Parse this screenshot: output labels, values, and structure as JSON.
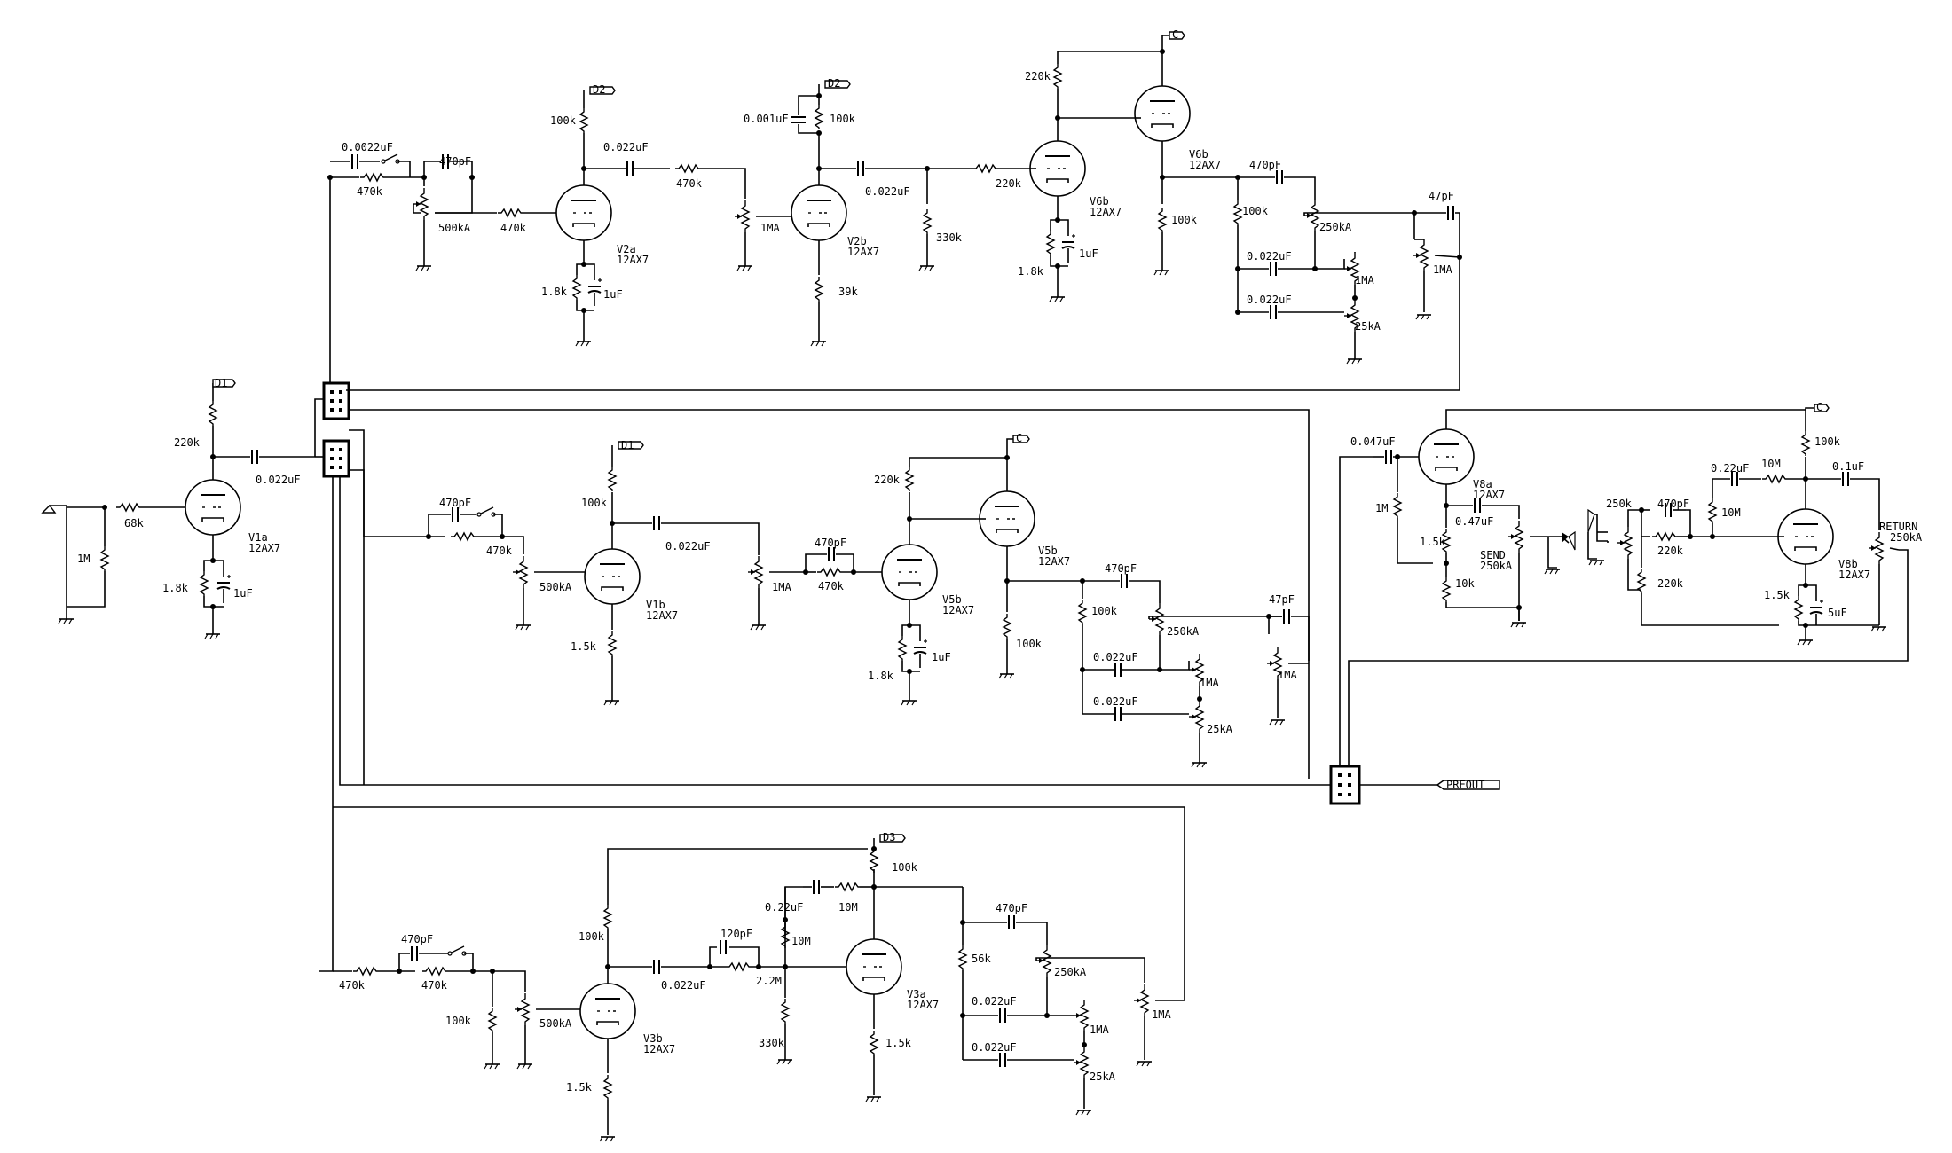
{
  "stages": {
    "v1a": {
      "tube": "V1a",
      "type": "12AX7",
      "rp": "220k",
      "rk": "1.8k",
      "ck": "1uF",
      "rg": "68k",
      "rin": "1M",
      "cout": "0.022uF",
      "supply": "D1"
    },
    "v2a": {
      "tube": "V2a",
      "type": "12AX7",
      "rp": "100k",
      "rk": "1.8k",
      "ck": "1uF",
      "cin": "0.0022uF",
      "rin": "470k",
      "cbright": "470pF",
      "pot": "500kA",
      "rg": "470k",
      "cout": "0.022uF",
      "rs": "470k",
      "supply": "D2"
    },
    "v2b": {
      "tube": "V2b",
      "type": "12AX7",
      "rp": "100k",
      "cp": "0.001uF",
      "rk": "39k",
      "pot": "1MA",
      "cout": "0.022uF",
      "rshunt": "330k",
      "supply": "D2"
    },
    "v6b": {
      "tube": "V6b",
      "type": "12AX7",
      "rg": "220k",
      "rp": "220k",
      "rk": "1.8k",
      "ck": "1uF",
      "supply": "C"
    },
    "v6b2": {
      "tube": "V6b",
      "type": "12AX7",
      "rk": "100k"
    },
    "stack1": {
      "r1": "100k",
      "c1": "470pF",
      "treble": "250kA",
      "c2": "0.022uF",
      "mid": "1MA",
      "c3": "0.022uF",
      "bass": "25kA",
      "cvol": "47pF",
      "vol": "1MA"
    },
    "v1b": {
      "tube": "V1b",
      "type": "12AX7",
      "rp": "100k",
      "rk": "1.5k",
      "cb": "470pF",
      "rin": "470k",
      "pot": "500kA",
      "cout": "0.022uF",
      "supply": "D1"
    },
    "v5b": {
      "tube": "V5b",
      "type": "12AX7",
      "rp": "220k",
      "rk": "1.8k",
      "ck": "1uF",
      "pot": "1MA",
      "cb": "470pF",
      "rg": "470k",
      "supply": "C"
    },
    "v5b2": {
      "tube": "V5b",
      "type": "12AX7",
      "rk": "100k"
    },
    "stack2": {
      "r1": "100k",
      "c1": "470pF",
      "treble": "250kA",
      "c2": "0.022uF",
      "mid": "1MA",
      "c3": "0.022uF",
      "bass": "25kA",
      "cvol": "47pF",
      "vol": "1MA"
    },
    "v3b": {
      "tube": "V3b",
      "type": "12AX7",
      "rp": "100k",
      "rk": "1.5k",
      "rin1": "470k",
      "cb": "470pF",
      "rin2": "470k",
      "rshunt": "100k",
      "pot": "500kA",
      "cout": "0.022uF",
      "supply": "D3"
    },
    "v3a": {
      "tube": "V3a",
      "type": "12AX7",
      "rp": "100k",
      "rk": "1.5k",
      "c120": "120pF",
      "r22": "2.2M",
      "rshunt": "330k",
      "c022": "0.22uF",
      "r10m1": "10M",
      "r10m2": "10M",
      "supply": "D3"
    },
    "stack3": {
      "r56": "56k",
      "c1": "470pF",
      "treble": "250kA",
      "c2": "0.022uF",
      "mid": "1MA",
      "c3": "0.022uF",
      "bass": "25kA",
      "vol": "1MA"
    },
    "v8a": {
      "tube": "V8a",
      "type": "12AX7",
      "cin": "0.047uF",
      "rin": "1M",
      "rk1": "1.5k",
      "rk2": "10k",
      "cout": "0.47uF",
      "send": "SEND",
      "sendpot": "250kA"
    },
    "v8b": {
      "tube": "V8b",
      "type": "12AX7",
      "rp": "100k",
      "c022": "0.22uF",
      "r10m1": "10M",
      "r10m2": "10M",
      "cout": "0.1uF",
      "c470": "470pF",
      "r220a": "220k",
      "r220b": "220k",
      "rk": "1.5k",
      "ck": "5uF",
      "rpot": "250k",
      "ret": "RETURN",
      "retpot": "250kA",
      "supply": "C"
    },
    "preout": "PREOUT"
  }
}
